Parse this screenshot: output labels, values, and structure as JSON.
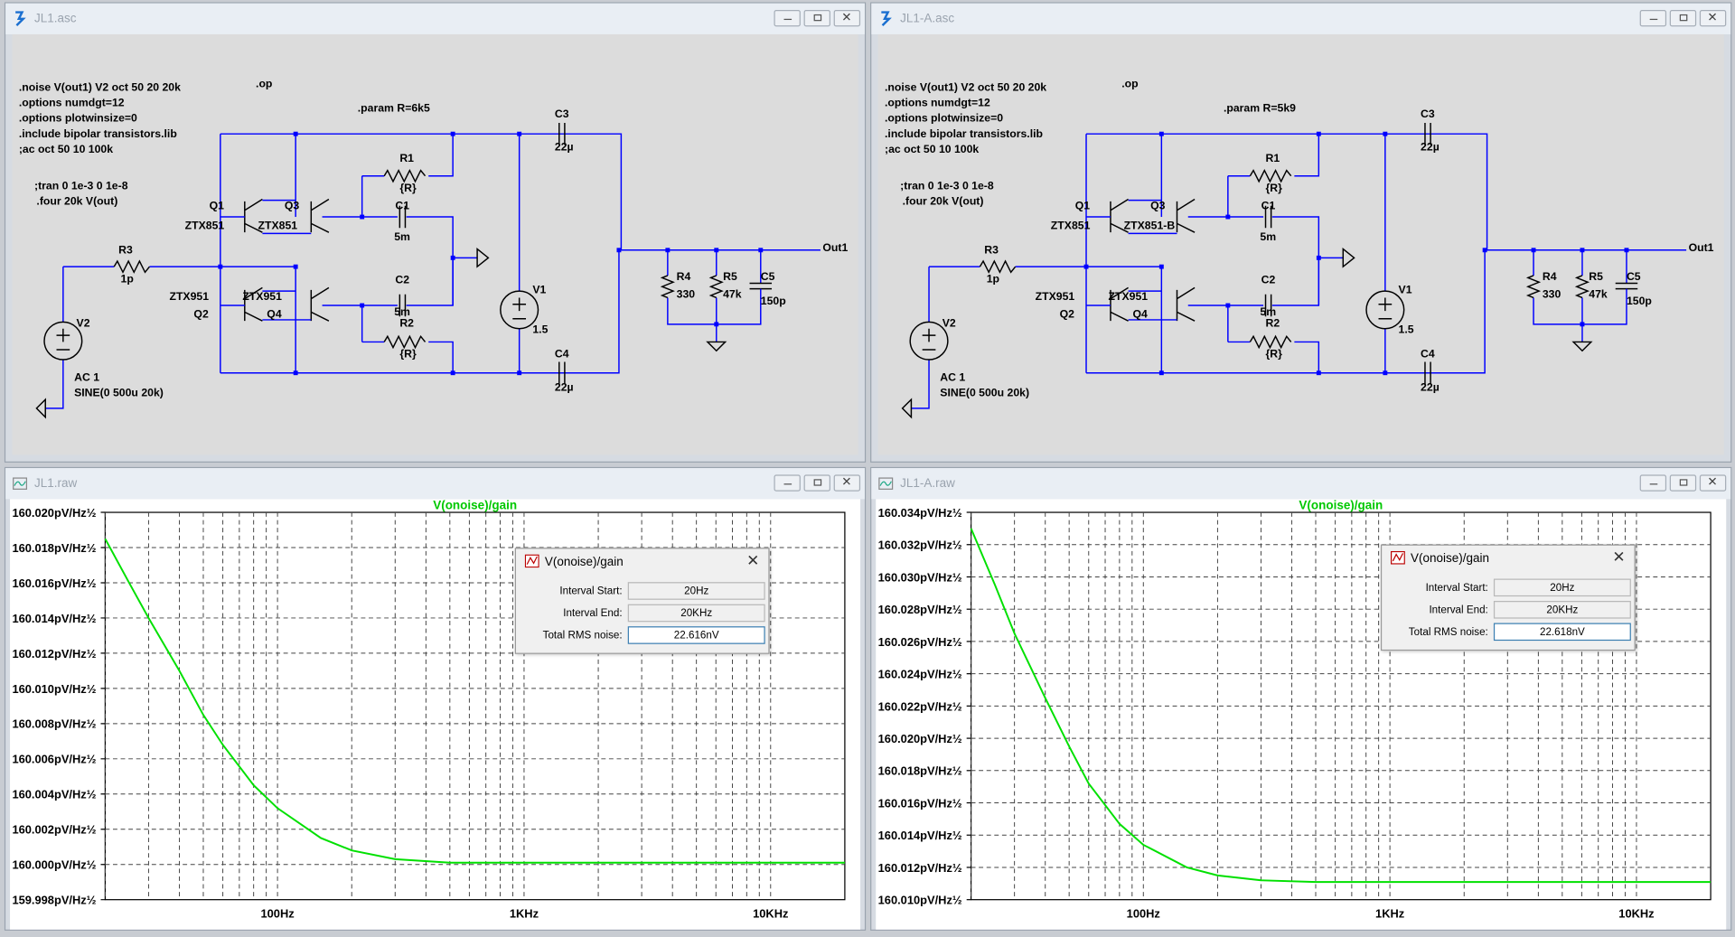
{
  "windows": {
    "sch_left_title": "JL1.asc",
    "sch_right_title": "JL1-A.asc",
    "raw_left_title": "JL1.raw",
    "raw_right_title": "JL1-A.raw",
    "close_glyph": "✕"
  },
  "schematic_left": {
    "directives": [
      ".noise V(out1) V2 oct 50 20 20k",
      ".options numdgt=12",
      ".options plotwinsize=0",
      ".include bipolar transistors.lib",
      ";ac oct 50 10 100k"
    ],
    "tran": [
      ";tran 0 1e-3 0 1e-8",
      ".four 20k V(out)"
    ],
    "op": ".op",
    "param": ".param R=6k5",
    "labels": {
      "c3": "C3",
      "c3v": "22µ",
      "r1": "R1",
      "r1v": "{R}",
      "c1": "C1",
      "c1v": "5m",
      "c2": "C2",
      "c2v": "5m",
      "r2": "R2",
      "r2v": "{R}",
      "c4": "C4",
      "c4v": "22µ",
      "q1": "Q1",
      "q1m": "ZTX851",
      "q3": "Q3",
      "q3m": "ZTX851",
      "q2m": "ZTX951",
      "q2": "Q2",
      "q4m": "ZTX951",
      "q4": "Q4",
      "r3": "R3",
      "r3v": "1p",
      "v2": "V2",
      "ac": "AC 1",
      "sine": "SINE(0 500u 20k)",
      "v1": "V1",
      "v1v": "1.5",
      "r4": "R4",
      "r4v": "330",
      "r5": "R5",
      "r5v": "47k",
      "c5": "C5",
      "c5v": "150p",
      "out": "Out1"
    }
  },
  "schematic_right": {
    "directives": [
      ".noise V(out1) V2 oct 50 20 20k",
      ".options numdgt=12",
      ".options plotwinsize=0",
      ".include bipolar transistors.lib",
      ";ac oct 50 10 100k"
    ],
    "tran": [
      ";tran 0 1e-3 0 1e-8",
      ".four 20k V(out)"
    ],
    "op": ".op",
    "param": ".param R=5k9",
    "labels": {
      "c3": "C3",
      "c3v": "22µ",
      "r1": "R1",
      "r1v": "{R}",
      "c1": "C1",
      "c1v": "5m",
      "c2": "C2",
      "c2v": "5m",
      "r2": "R2",
      "r2v": "{R}",
      "c4": "C4",
      "c4v": "22µ",
      "q1": "Q1",
      "q1m": "ZTX851",
      "q3": "Q3",
      "q3m": "ZTX851-B",
      "q2m": "ZTX951",
      "q2": "Q2",
      "q4m": "ZTX951",
      "q4": "Q4",
      "r3": "R3",
      "r3v": "1p",
      "v2": "V2",
      "ac": "AC 1",
      "sine": "SINE(0 500u 20k)",
      "v1": "V1",
      "v1v": "1.5",
      "r4": "R4",
      "r4v": "330",
      "r5": "R5",
      "r5v": "47k",
      "c5": "C5",
      "c5v": "150p",
      "out": "Out1"
    }
  },
  "plot_left": {
    "title": "V(onoise)/gain",
    "yticks": [
      "160.020pV/Hz½",
      "160.018pV/Hz½",
      "160.016pV/Hz½",
      "160.014pV/Hz½",
      "160.012pV/Hz½",
      "160.010pV/Hz½",
      "160.008pV/Hz½",
      "160.006pV/Hz½",
      "160.004pV/Hz½",
      "160.002pV/Hz½",
      "160.000pV/Hz½",
      "159.998pV/Hz½"
    ],
    "xticks": [
      "100Hz",
      "1KHz",
      "10KHz"
    ],
    "dialog": {
      "title": "V(onoise)/gain",
      "start_label": "Interval Start:",
      "start": "20Hz",
      "end_label": "Interval End:",
      "end": "20KHz",
      "rms_label": "Total RMS noise:",
      "rms": "22.616nV"
    }
  },
  "plot_right": {
    "title": "V(onoise)/gain",
    "yticks": [
      "160.034pV/Hz½",
      "160.032pV/Hz½",
      "160.030pV/Hz½",
      "160.028pV/Hz½",
      "160.026pV/Hz½",
      "160.024pV/Hz½",
      "160.022pV/Hz½",
      "160.020pV/Hz½",
      "160.018pV/Hz½",
      "160.016pV/Hz½",
      "160.014pV/Hz½",
      "160.012pV/Hz½",
      "160.010pV/Hz½"
    ],
    "xticks": [
      "100Hz",
      "1KHz",
      "10KHz"
    ],
    "dialog": {
      "title": "V(onoise)/gain",
      "start_label": "Interval Start:",
      "start": "20Hz",
      "end_label": "Interval End:",
      "end": "20KHz",
      "rms_label": "Total RMS noise:",
      "rms": "22.618nV"
    }
  },
  "chart_data": [
    {
      "type": "line",
      "title": "V(onoise)/gain",
      "xscale": "log",
      "xlim": [
        20,
        20000
      ],
      "ylim": [
        159.998,
        160.02
      ],
      "series": [
        {
          "name": "V(onoise)/gain",
          "color": "#00e000",
          "x": [
            20,
            25,
            30,
            40,
            50,
            60,
            80,
            100,
            150,
            200,
            300,
            500,
            1000,
            2000,
            5000,
            20000
          ],
          "y": [
            160.0185,
            160.016,
            160.014,
            160.011,
            160.0085,
            160.0068,
            160.0045,
            160.0032,
            160.0015,
            160.0008,
            160.0003,
            160.0001,
            160.0001,
            160.0001,
            160.0001,
            160.0001
          ]
        }
      ],
      "grid": true
    },
    {
      "type": "line",
      "title": "V(onoise)/gain",
      "xscale": "log",
      "xlim": [
        20,
        20000
      ],
      "ylim": [
        160.01,
        160.034
      ],
      "series": [
        {
          "name": "V(onoise)/gain",
          "color": "#00e000",
          "x": [
            20,
            25,
            30,
            40,
            50,
            60,
            80,
            100,
            150,
            200,
            300,
            500,
            1000,
            2000,
            5000,
            20000
          ],
          "y": [
            160.033,
            160.0295,
            160.0265,
            160.0225,
            160.0195,
            160.0172,
            160.0147,
            160.0134,
            160.012,
            160.0115,
            160.0112,
            160.0111,
            160.0111,
            160.0111,
            160.0111,
            160.0111
          ]
        }
      ],
      "grid": true
    }
  ]
}
